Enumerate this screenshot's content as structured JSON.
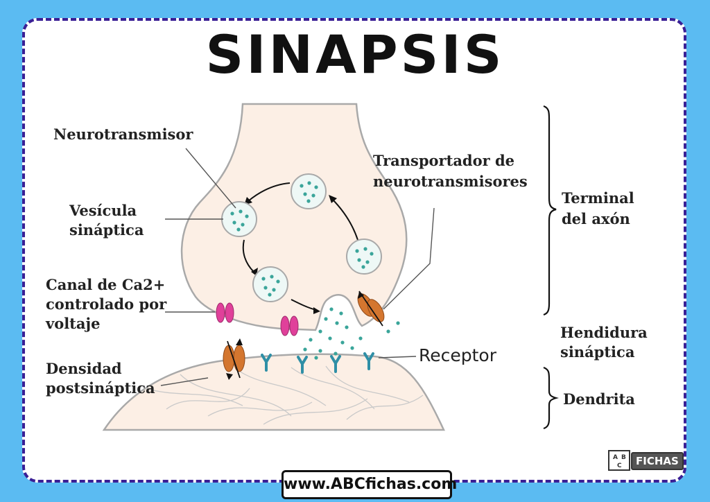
{
  "title": "SINAPSIS",
  "labels": {
    "neurotransmisor": "Neurotransmisor",
    "vesicula_1": "Vesícula",
    "vesicula_2": "sináptica",
    "canal_1": "Canal de Ca2+",
    "canal_2": "controlado por",
    "canal_3": "voltaje",
    "densidad_1": "Densidad",
    "densidad_2": "postsináptica",
    "transportador_1": "Transportador de",
    "transportador_2": "neurotransmisores",
    "receptor": "Receptor",
    "terminal_1": "Terminal",
    "terminal_2": "del axón",
    "hendidura_1": "Hendidura",
    "hendidura_2": "sináptica",
    "dendrita": "Dendrita"
  },
  "footer": "www.ABCfichas.com",
  "logo": {
    "text": "FICHAS"
  },
  "colors": {
    "background": "#5bbbf2",
    "border": "#3a1f95",
    "neuron_fill": "#fcefe5",
    "neuron_stroke": "#a9a9a9",
    "vesicle_fill": "#eef8f6",
    "dot": "#3aa59a",
    "calcium_channel": "#e0409a",
    "transporter": "#d4762f",
    "receptor": "#2f8fa6"
  }
}
